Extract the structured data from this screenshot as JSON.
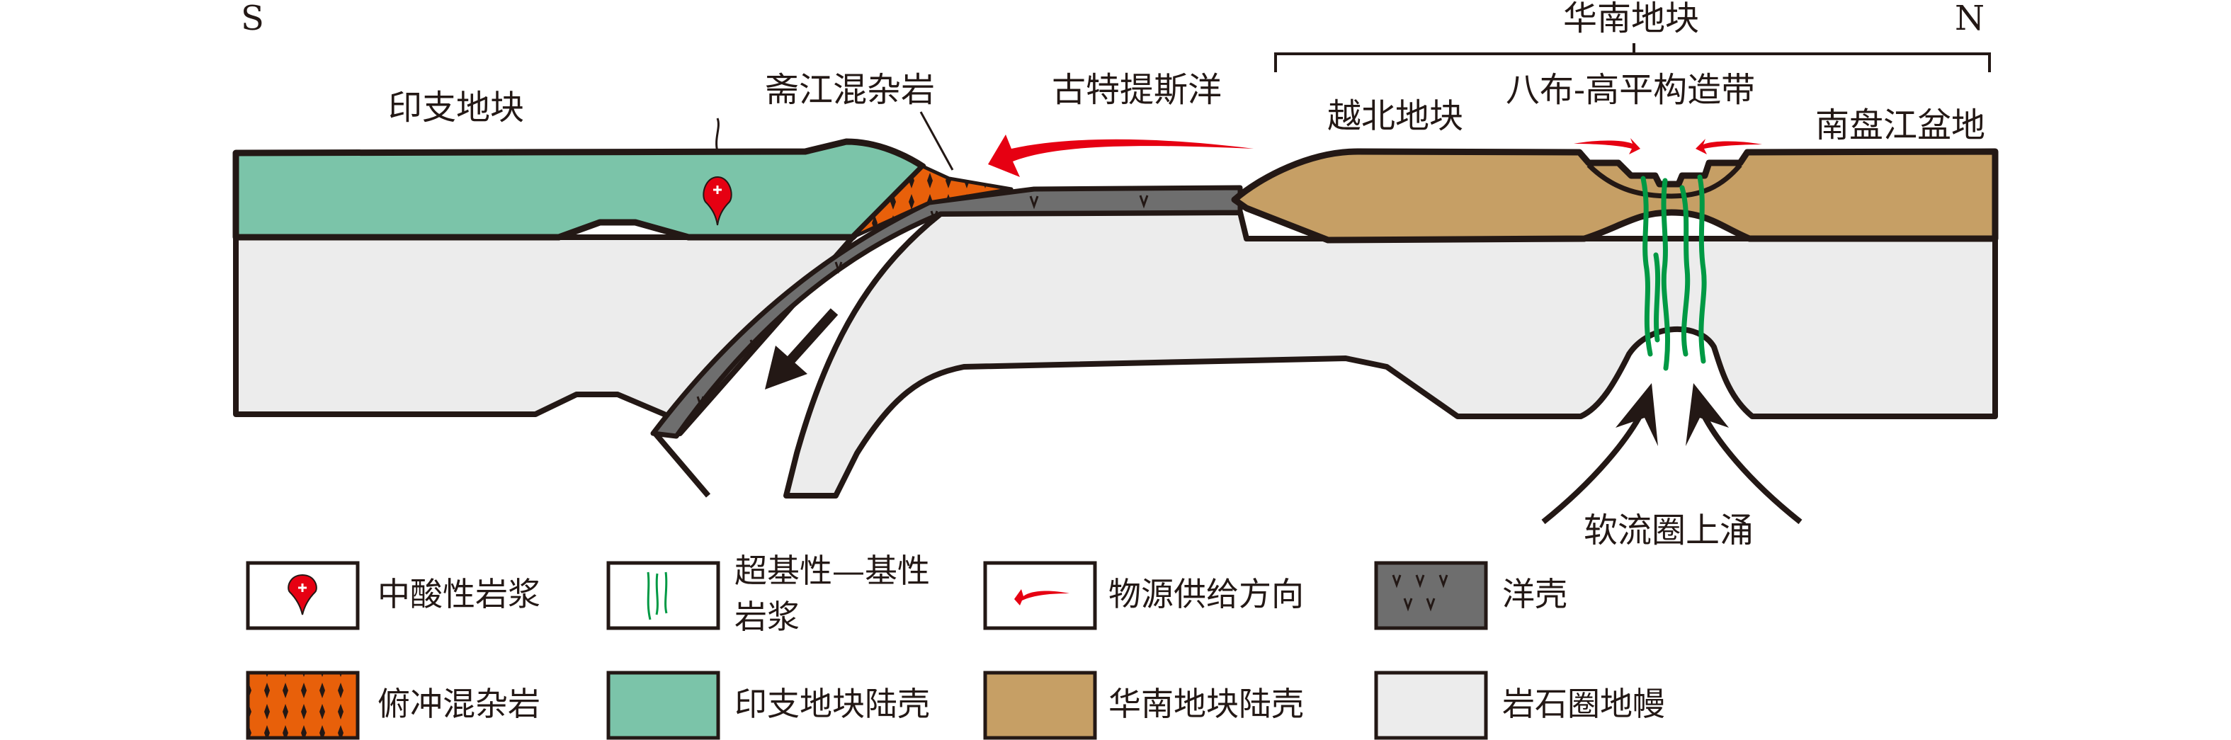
{
  "direction": {
    "south": "S",
    "north": "N"
  },
  "labels": {
    "south_china_block": "华南地块",
    "indochina_block": "印支地块",
    "zhaijiang_melange": "斋江混杂岩",
    "paleo_tethys": "古特提斯洋",
    "yuebei_block": "越北地块",
    "babu_gaoping_belt": "八布-高平构造带",
    "nanpanjiang_basin": "南盘江盆地",
    "asthenosphere_upwelling": "软流圈上涌"
  },
  "legend": [
    {
      "label": "中酸性岩浆",
      "icon": "felsic-magma-drop"
    },
    {
      "label_line1": "超基性—基性",
      "label_line2": "岩浆",
      "icon": "mafic-magma-streaks"
    },
    {
      "label": "物源供给方向",
      "icon": "red-arrow"
    },
    {
      "label": "洋壳",
      "icon": "oceanic-crust-pattern"
    },
    {
      "label": "俯冲混杂岩",
      "icon": "melange-pattern"
    },
    {
      "label": "印支地块陆壳",
      "icon": "indochina-crust-fill"
    },
    {
      "label": "华南地块陆壳",
      "icon": "south-china-crust-fill"
    },
    {
      "label": "岩石圈地幔",
      "icon": "lithospheric-mantle-fill"
    }
  ],
  "colors": {
    "indochina_crust": "#7bc4a9",
    "south_china_crust": "#c69f65",
    "mantle": "#ececec",
    "oceanic_crust": "#6e6e6e",
    "melange": "#e8600a",
    "felsic_magma": "#e60012",
    "mafic_magma": "#009944",
    "outline": "#231815"
  }
}
